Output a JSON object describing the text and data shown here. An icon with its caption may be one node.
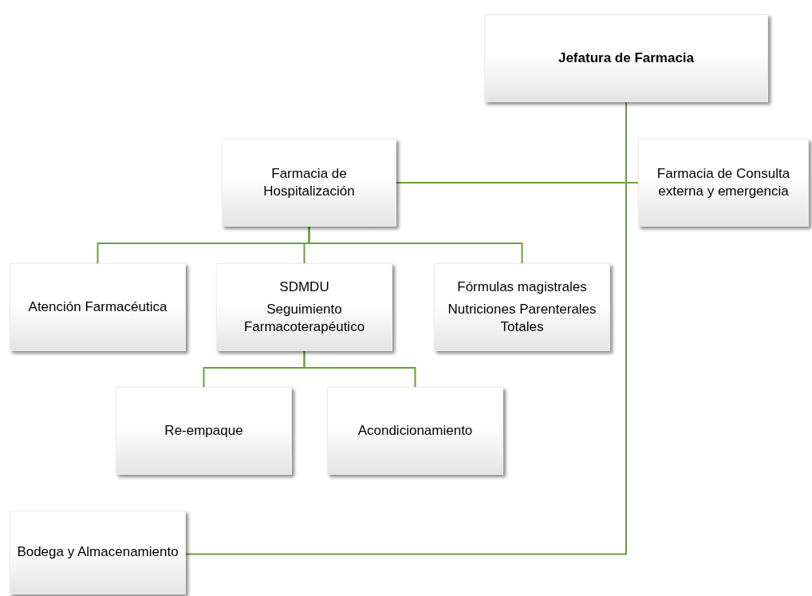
{
  "diagram": {
    "nodes": [
      {
        "text": [
          "Jefatura de Farmacia"
        ]
      },
      {
        "text": [
          "Farmacia de Hospitalización"
        ]
      },
      {
        "text": [
          "Farmacia de Consulta externa y emergencia"
        ]
      },
      {
        "text": [
          "Atención Farmacéutica"
        ]
      },
      {
        "text": [
          "SDMDU",
          "Seguimiento Farmacoterapéutico"
        ]
      },
      {
        "text": [
          "Fórmulas magistrales",
          "Nutriciones Parenterales Totales"
        ]
      },
      {
        "text": [
          "Re-empaque"
        ]
      },
      {
        "text": [
          "Acondicionamiento"
        ]
      },
      {
        "text": [
          "Bodega y Almacenamiento"
        ]
      }
    ],
    "edges": [
      {
        "from": 0,
        "to": 1,
        "arrow": "none"
      },
      {
        "from": 0,
        "to": 2,
        "arrow": "none"
      },
      {
        "from": 1,
        "to": 3,
        "arrow": "none"
      },
      {
        "from": 1,
        "to": 4,
        "arrow": "none"
      },
      {
        "from": 1,
        "to": 5,
        "arrow": "none"
      },
      {
        "from": 4,
        "to": 6,
        "arrow": "none"
      },
      {
        "from": 4,
        "to": 7,
        "arrow": "none"
      },
      {
        "from": 0,
        "to": 8,
        "arrow": "none"
      }
    ]
  }
}
